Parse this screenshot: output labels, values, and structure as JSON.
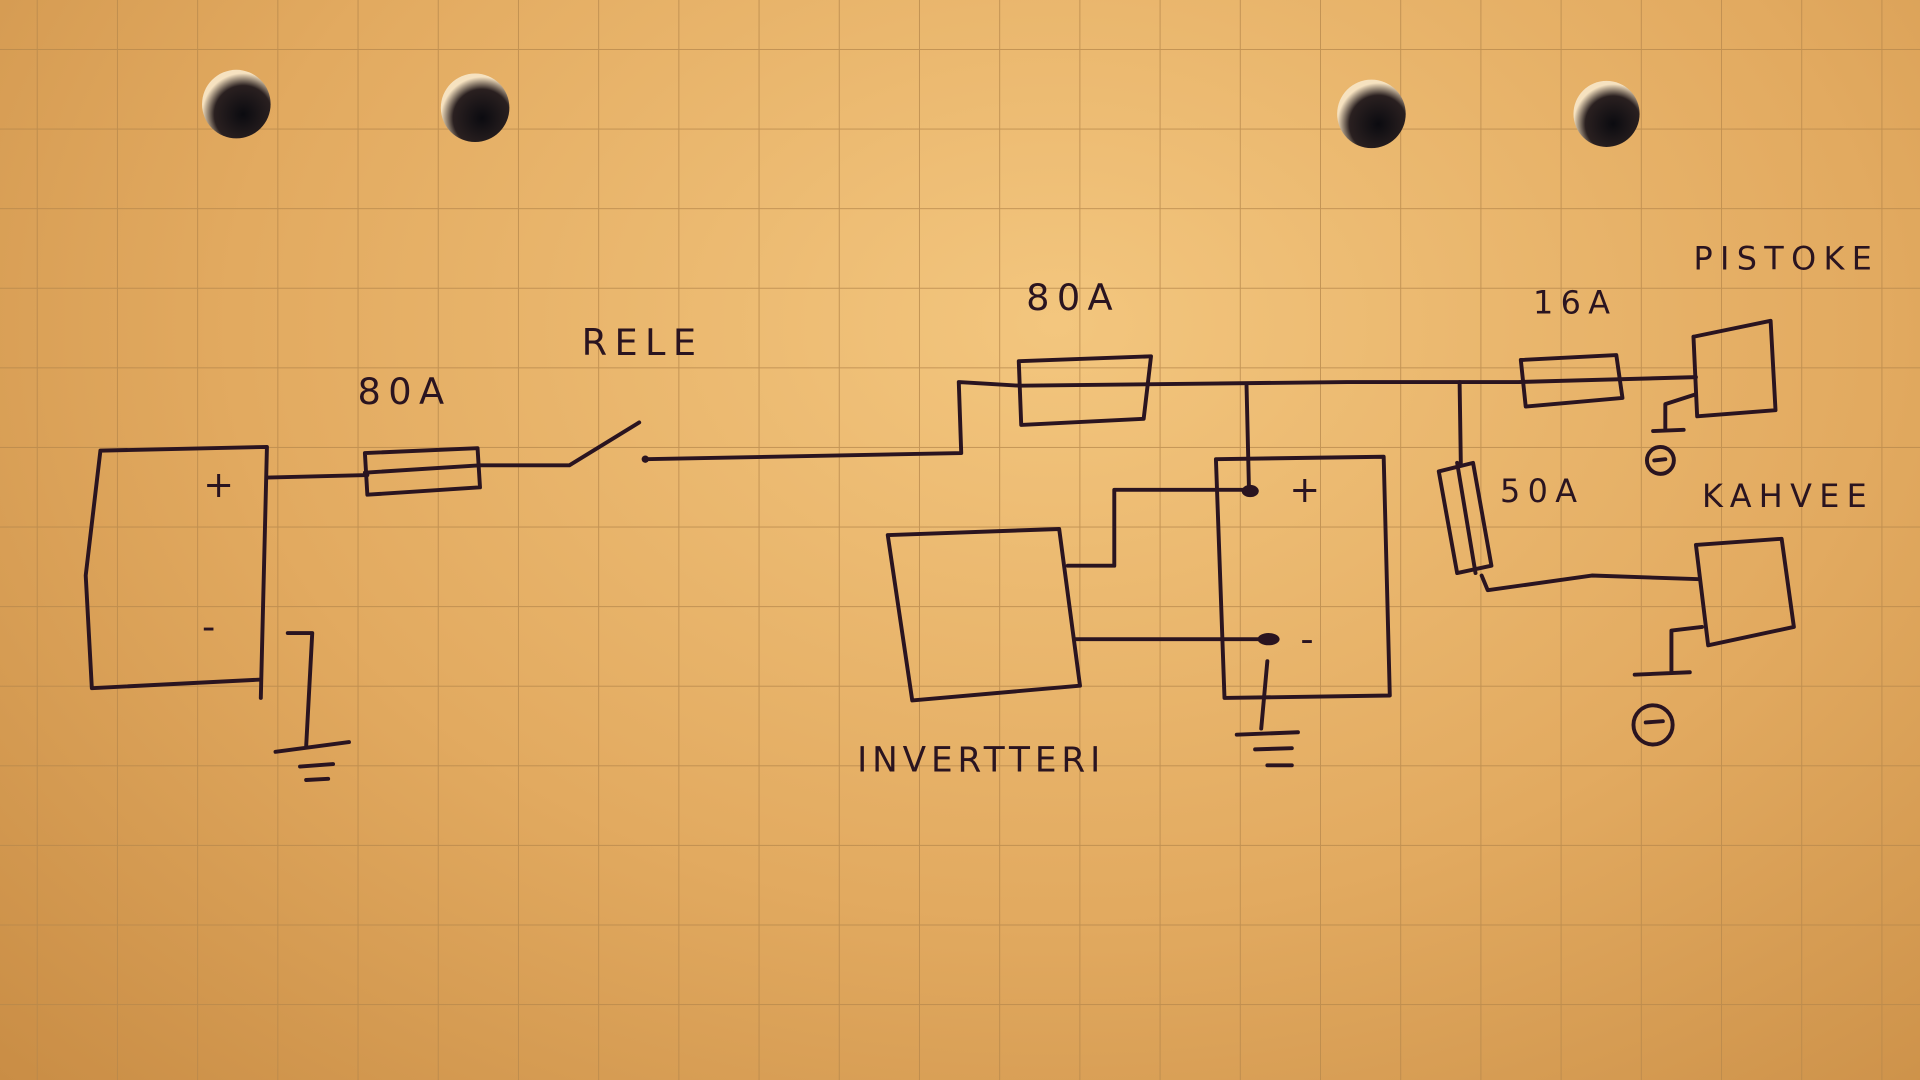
{
  "diagram": {
    "labels": {
      "fuse_main": "80A",
      "relay": "RELE",
      "fuse_inverter": "80A",
      "fuse_socket": "16A",
      "socket": "PISTOKE",
      "fuse_coffee": "50A",
      "coffee": "KAHVEE",
      "inverter": "INVERTTERI"
    },
    "terminals": {
      "battery_plus": "+",
      "battery_minus": "-",
      "battery2_plus": "+",
      "battery2_minus": "-"
    },
    "colors": {
      "ink": "#2a1420",
      "paper": "#e8b56c",
      "grid": "#b98a4a"
    }
  }
}
